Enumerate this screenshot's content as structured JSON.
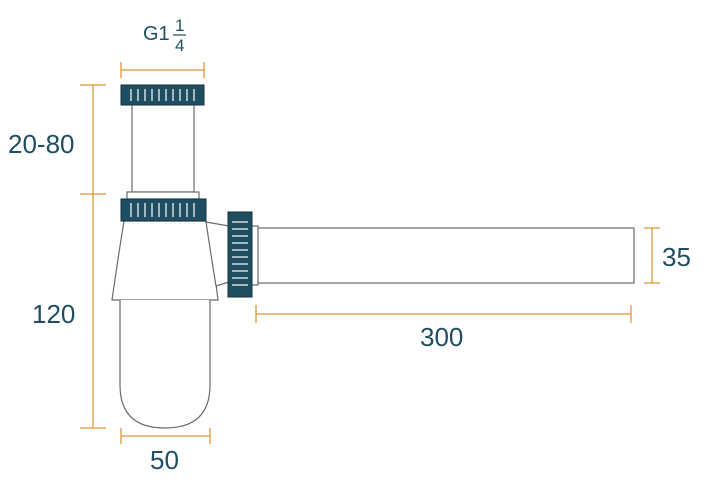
{
  "colors": {
    "outline": "#6b6b6b",
    "nut_fill": "#1f4e63",
    "nut_lines": "#ffffff",
    "dimension_line": "#e0953a",
    "dimension_text": "#1f4e63"
  },
  "labels": {
    "thread_prefix": "G1",
    "thread_numerator": "1",
    "thread_denominator": "4",
    "height_adjust": "20-80",
    "height_trap": "120",
    "width_trap": "50",
    "pipe_length": "300",
    "pipe_diameter": "35"
  }
}
